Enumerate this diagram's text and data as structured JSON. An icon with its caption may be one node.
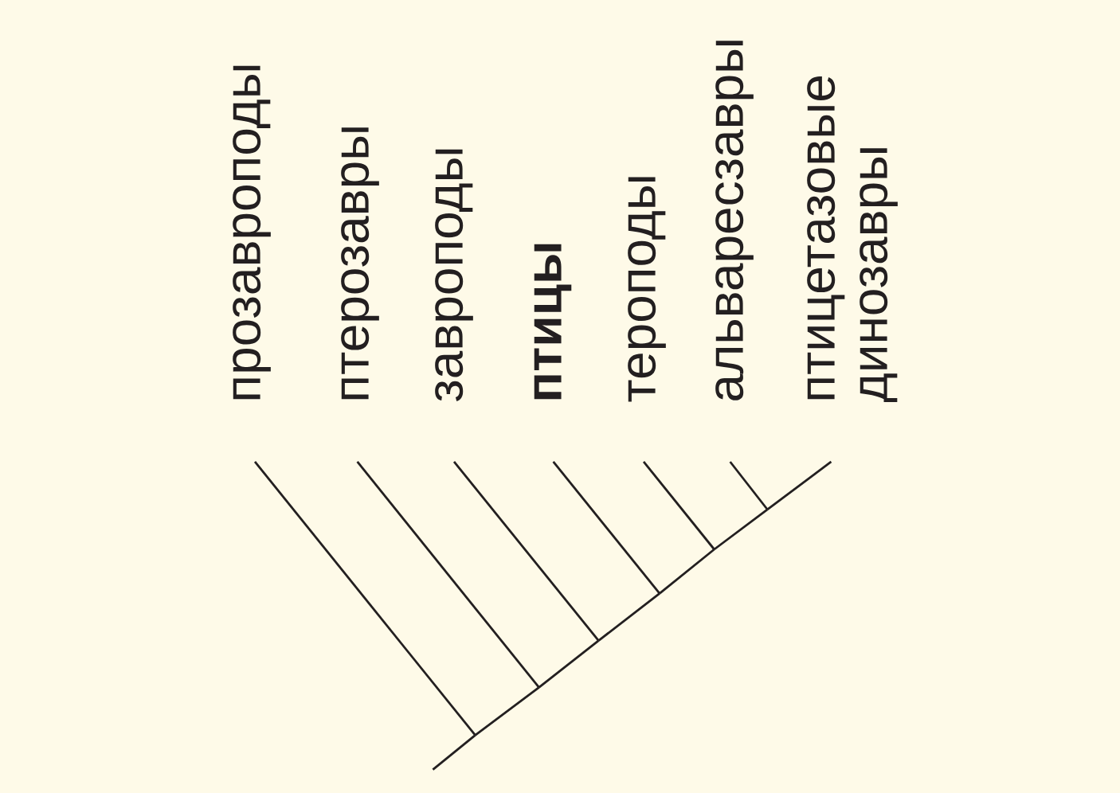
{
  "diagram": {
    "nodes": [
      {
        "text": [
          "прозавроподы"
        ]
      },
      {
        "text": [
          "птерозавры"
        ]
      },
      {
        "text": [
          "завроподы"
        ]
      },
      {
        "text": [
          "птицы"
        ]
      },
      {
        "text": [
          "тероподы"
        ]
      },
      {
        "text": [
          "альваресзавры"
        ]
      },
      {
        "text": [
          "птицетазовые динозавры"
        ]
      }
    ],
    "edges": [
      {
        "from": 0,
        "to": null,
        "arrow": "none"
      },
      {
        "from": 1,
        "to": null,
        "arrow": "none"
      },
      {
        "from": 2,
        "to": null,
        "arrow": "none"
      },
      {
        "from": 3,
        "to": null,
        "arrow": "none"
      },
      {
        "from": 4,
        "to": null,
        "arrow": "none"
      },
      {
        "from": 5,
        "to": null,
        "arrow": "none"
      },
      {
        "from": 6,
        "to": null,
        "arrow": "none"
      }
    ]
  }
}
